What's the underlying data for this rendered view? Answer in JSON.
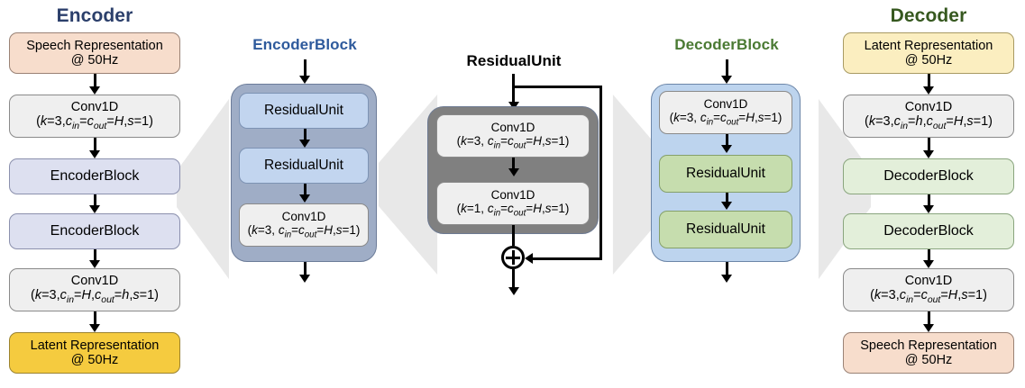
{
  "diagram": {
    "titles": {
      "encoder": "Encoder",
      "encoder_block": "EncoderBlock",
      "residual_unit": "ResidualUnit",
      "decoder_block": "DecoderBlock",
      "decoder": "Decoder"
    },
    "colors": {
      "encoder_title": "#2b3f6b",
      "encoder_block_title": "#2e5a9c",
      "residual_unit_title": "#000000",
      "decoder_block_title": "#4a7a33",
      "decoder_title": "#36581f",
      "speech_box": "#f7ddcc",
      "latent_box_gold": "#f5cb3f",
      "latent_box_cream": "#fbeec0",
      "encoder_block_box": "#dde0f0",
      "decoder_block_box": "#e3efda",
      "residual_unit_blue": "#c2d5ef",
      "residual_unit_green": "#c6ddae",
      "conv_box": "#efefef",
      "panel_encoder": "#9fadc6",
      "panel_residual": "#808080",
      "panel_decoder": "#bdd4ee",
      "wedge": "#e8e8e8"
    },
    "encoder_column": {
      "nodes": [
        {
          "name": "speech-representation",
          "line1": "Speech Representation",
          "line2": "@ 50Hz"
        },
        {
          "name": "conv1d-1",
          "line1": "Conv1D",
          "line2": "(k=3,c_in=c_out=H,s=1)"
        },
        {
          "name": "encoder-block-1",
          "line1": "EncoderBlock",
          "line2": ""
        },
        {
          "name": "encoder-block-2",
          "line1": "EncoderBlock",
          "line2": ""
        },
        {
          "name": "conv1d-2",
          "line1": "Conv1D",
          "line2": "(k=3,c_in=H,c_out=h,s=1)"
        },
        {
          "name": "latent-representation",
          "line1": "Latent Representation",
          "line2": "@ 50Hz"
        }
      ]
    },
    "encoder_block_column": {
      "nodes": [
        {
          "name": "residual-unit-1",
          "line1": "ResidualUnit",
          "line2": ""
        },
        {
          "name": "residual-unit-2",
          "line1": "ResidualUnit",
          "line2": ""
        },
        {
          "name": "conv1d",
          "line1": "Conv1D",
          "line2": "(k=3, c_in=c_out=H,s=1)"
        }
      ]
    },
    "residual_unit_column": {
      "nodes": [
        {
          "name": "conv1d-k3",
          "line1": "Conv1D",
          "line2": "(k=3, c_in=c_out=H,s=1)"
        },
        {
          "name": "conv1d-k1",
          "line1": "Conv1D",
          "line2": "(k=1, c_in=c_out=H,s=1)"
        }
      ],
      "sum_symbol": "⊕"
    },
    "decoder_block_column": {
      "nodes": [
        {
          "name": "conv1d",
          "line1": "Conv1D",
          "line2": "(k=3, c_in=c_out=H,s=1)"
        },
        {
          "name": "residual-unit-1",
          "line1": "ResidualUnit",
          "line2": ""
        },
        {
          "name": "residual-unit-2",
          "line1": "ResidualUnit",
          "line2": ""
        }
      ]
    },
    "decoder_column": {
      "nodes": [
        {
          "name": "latent-representation",
          "line1": "Latent Representation",
          "line2": "@ 50Hz"
        },
        {
          "name": "conv1d-1",
          "line1": "Conv1D",
          "line2": "(k=3,c_in=h,c_out=H,s=1)"
        },
        {
          "name": "decoder-block-1",
          "line1": "DecoderBlock",
          "line2": ""
        },
        {
          "name": "decoder-block-2",
          "line1": "DecoderBlock",
          "line2": ""
        },
        {
          "name": "conv1d-2",
          "line1": "Conv1D",
          "line2": "(k=3,c_in=c_out=H,s=1)"
        },
        {
          "name": "speech-representation",
          "line1": "Speech Representation",
          "line2": "@ 50Hz"
        }
      ]
    }
  }
}
